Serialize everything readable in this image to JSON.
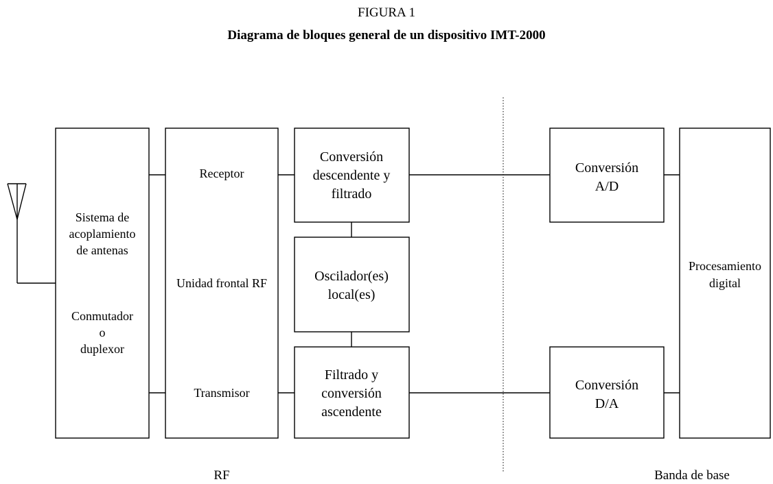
{
  "figure": {
    "label": "FIGURA 1",
    "title": "Diagrama de bloques general de un dispositivo IMT-2000"
  },
  "blocks": {
    "antenna_coupling": {
      "text_top": [
        "Sistema de",
        "acoplamiento",
        "de antenas"
      ],
      "text_bottom": [
        "Conmutador",
        "o",
        "duplexor"
      ]
    },
    "rf_front_end": {
      "receiver": "Receptor",
      "unit": "Unidad frontal RF",
      "transmitter": "Transmisor"
    },
    "downconversion": [
      "Conversión",
      "descendente y",
      "filtrado"
    ],
    "local_oscillator": [
      "Oscilador(es)",
      "local(es)"
    ],
    "upconversion": [
      "Filtrado y",
      "conversión",
      "ascendente"
    ],
    "ad_conversion": [
      "Conversión",
      "A/D"
    ],
    "da_conversion": [
      "Conversión",
      "D/A"
    ],
    "digital_processing": [
      "Procesamiento",
      "digital"
    ]
  },
  "section_labels": {
    "rf": "RF",
    "baseband": "Banda de base"
  }
}
